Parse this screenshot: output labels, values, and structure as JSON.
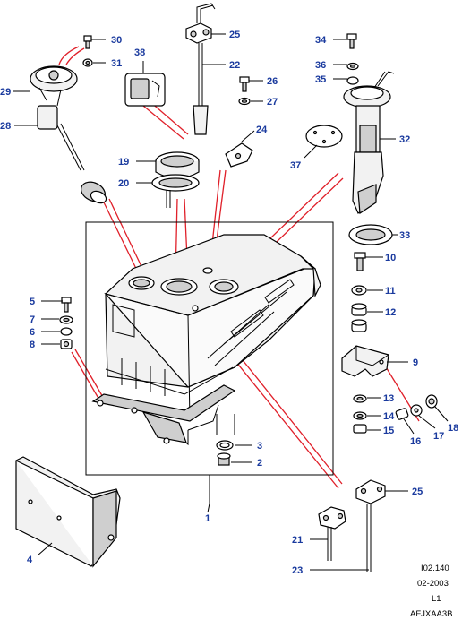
{
  "callouts": [
    {
      "id": "c1",
      "label": "1"
    },
    {
      "id": "c2",
      "label": "2"
    },
    {
      "id": "c3",
      "label": "3"
    },
    {
      "id": "c4",
      "label": "4"
    },
    {
      "id": "c5",
      "label": "5"
    },
    {
      "id": "c6",
      "label": "6"
    },
    {
      "id": "c7",
      "label": "7"
    },
    {
      "id": "c8",
      "label": "8"
    },
    {
      "id": "c9",
      "label": "9"
    },
    {
      "id": "c10",
      "label": "10"
    },
    {
      "id": "c11",
      "label": "11"
    },
    {
      "id": "c12",
      "label": "12"
    },
    {
      "id": "c13",
      "label": "13"
    },
    {
      "id": "c14",
      "label": "14"
    },
    {
      "id": "c15",
      "label": "15"
    },
    {
      "id": "c16",
      "label": "16"
    },
    {
      "id": "c17",
      "label": "17"
    },
    {
      "id": "c18",
      "label": "18"
    },
    {
      "id": "c19",
      "label": "19"
    },
    {
      "id": "c20",
      "label": "20"
    },
    {
      "id": "c21",
      "label": "21"
    },
    {
      "id": "c22",
      "label": "22"
    },
    {
      "id": "c23",
      "label": "23"
    },
    {
      "id": "c24",
      "label": "24"
    },
    {
      "id": "c25a",
      "label": "25"
    },
    {
      "id": "c25b",
      "label": "25"
    },
    {
      "id": "c26",
      "label": "26"
    },
    {
      "id": "c27",
      "label": "27"
    },
    {
      "id": "c28",
      "label": "28"
    },
    {
      "id": "c29",
      "label": "29"
    },
    {
      "id": "c30",
      "label": "30"
    },
    {
      "id": "c31",
      "label": "31"
    },
    {
      "id": "c32",
      "label": "32"
    },
    {
      "id": "c33",
      "label": "33"
    },
    {
      "id": "c34",
      "label": "34"
    },
    {
      "id": "c35",
      "label": "35"
    },
    {
      "id": "c36",
      "label": "36"
    },
    {
      "id": "c37",
      "label": "37"
    },
    {
      "id": "c38",
      "label": "38"
    }
  ],
  "footer": {
    "ref": "I02.140",
    "date": "02-2003",
    "level": "L1",
    "code": "AFJXAA3B"
  },
  "colors": {
    "callout": "#1a3a9e",
    "highlight": "#e0202a"
  }
}
